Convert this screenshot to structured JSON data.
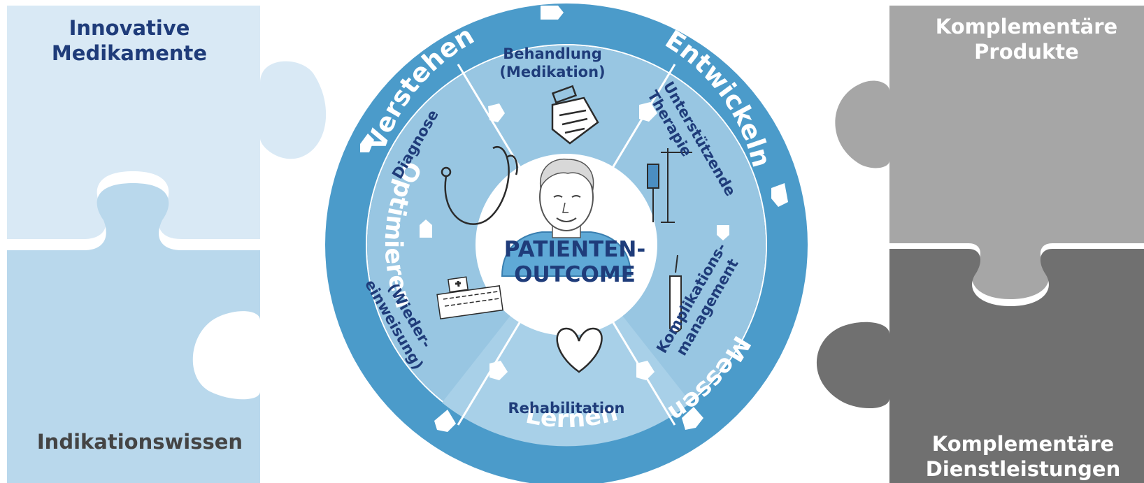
{
  "colors": {
    "puzzle_top_left": "#d9e9f5",
    "puzzle_bottom_left": "#b9d8ec",
    "puzzle_top_right": "#a6a6a6",
    "puzzle_bottom_right": "#707070",
    "outer_ring": "#4b9bca",
    "inner_disc": "#98c6e2",
    "lower_sector": "#a8d0e8",
    "center": "#ffffff",
    "dark_text": "#1f3c7a",
    "grey_text": "#444444"
  },
  "puzzle": {
    "top_left": "Innovative\nMedikamente",
    "bottom_left": "Indikationswissen",
    "top_right": "Komplementäre\nProdukte",
    "bottom_right": "Komplementäre\nDienstleistungen"
  },
  "cycle": {
    "ring_words": [
      "Verstehen",
      "Entwickeln",
      "Messen",
      "Lernen",
      "Optimieren"
    ],
    "stages": [
      "Behandlung\n(Medikation)",
      "Unterstützende\nTherapie",
      "Komplikations-\nmanagement",
      "Rehabilitation",
      "(Wieder-\neinweisung)",
      "Diagnose"
    ],
    "center": "PATIENTEN-\nOUTCOME"
  },
  "icons": [
    "medicine-bottle-icon",
    "iv-drip-icon",
    "test-tube-icon",
    "heart-icon",
    "hospital-icon",
    "stethoscope-icon",
    "patient-portrait-icon"
  ]
}
